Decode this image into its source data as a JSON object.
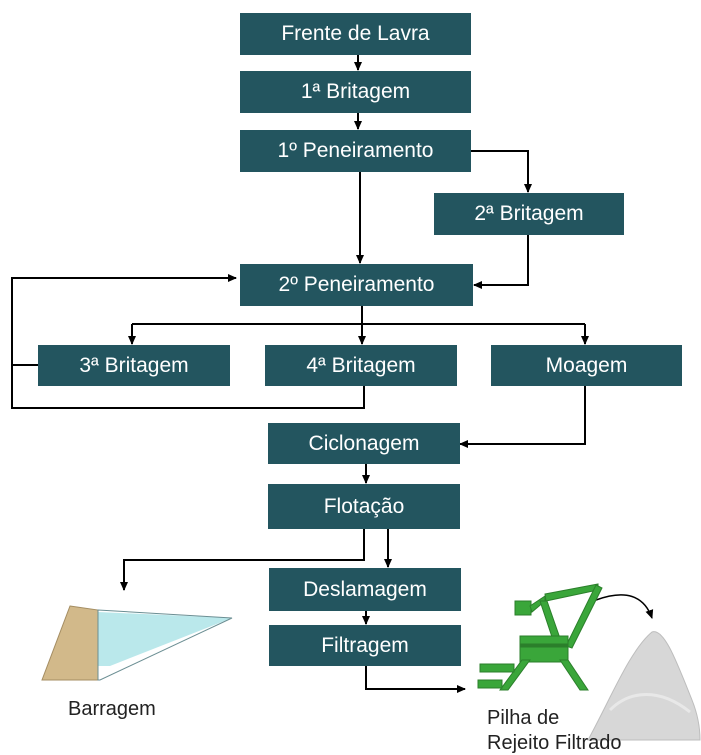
{
  "colors": {
    "box_fill": "#23555f",
    "box_text": "#ffffff",
    "arrow": "#000000",
    "dam_earth": "#d2b98a",
    "dam_water": "#aee4e8",
    "machine": "#3aa63a",
    "pile": "#d7d7d7"
  },
  "nodes": {
    "frente": "Frente de Lavra",
    "brit1": "1ª Britagem",
    "pen1": "1º Peneiramento",
    "brit2": "2ª Britagem",
    "pen2": "2º Peneiramento",
    "brit3": "3ª Britagem",
    "brit4": "4ª Britagem",
    "moagem": "Moagem",
    "ciclonagem": "Ciclonagem",
    "flotacao": "Flotação",
    "deslamagem": "Deslamagem",
    "filtragem": "Filtragem"
  },
  "outputs": {
    "barragem": "Barragem",
    "pilha_line1": "Pilha de",
    "pilha_line2": "Rejeito Filtrado"
  },
  "icons": {
    "dam": "dam-icon",
    "stacker": "stacker-icon",
    "pile": "tailings-pile-icon"
  }
}
